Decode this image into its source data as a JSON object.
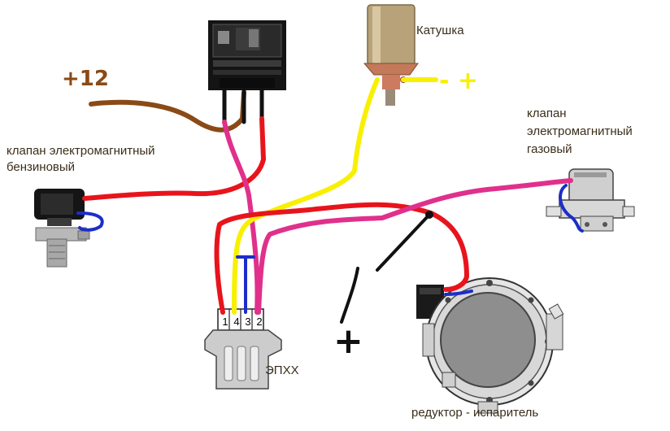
{
  "labels": {
    "petrol_valve_line1": "клапан электромагнитный",
    "petrol_valve_line2": "бензиновый",
    "coil": "Катушка",
    "gas_valve_line1": "клапан",
    "gas_valve_line2": "электромагнитный",
    "gas_valve_line3": "газовый",
    "epxx": "ЭПХХ",
    "reducer": "редуктор - испаритель"
  },
  "handwriting": {
    "plus12": "+12",
    "coil_plus": "- +",
    "ground_plus": "+"
  },
  "module_pins": [
    "1",
    "4",
    "3",
    "2"
  ],
  "colors": {
    "red": "#e8141c",
    "pink": "#e0308c",
    "yellow": "#f8f000",
    "brown": "#8a4a16",
    "blue": "#1c2ec8",
    "black": "#111111"
  }
}
